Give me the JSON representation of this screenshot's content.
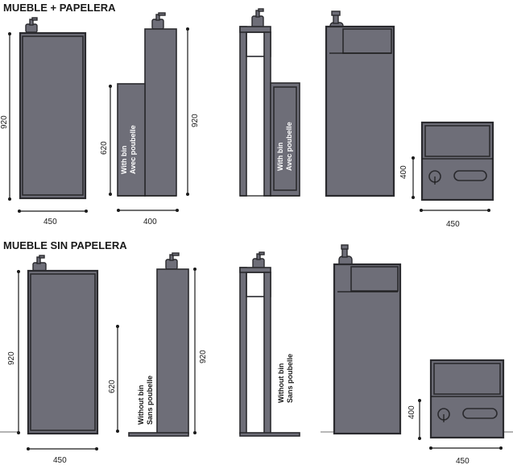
{
  "sections": {
    "with_bin": {
      "title": "MUEBLE + PAPELERA",
      "front_height": "920",
      "front_width": "450",
      "side_bin_height": "620",
      "side_height": "920",
      "side_width": "400",
      "side_note_1": "With bin",
      "side_note_2": "Avec poubelle",
      "open_note_1": "With bin",
      "open_note_2": "Avec poubelle",
      "bin_height": "400",
      "bin_width": "450"
    },
    "without_bin": {
      "title": "MUEBLE SIN PAPELERA",
      "front_height": "920",
      "front_width": "450",
      "side_base_height": "620",
      "side_height": "920",
      "side_note_1": "Without bin",
      "side_note_2": "Sans poubelle",
      "open_note_1": "Without bin",
      "open_note_2": "Sans poubelle",
      "bin_height": "400",
      "bin_width": "450"
    }
  },
  "colors": {
    "cabinet_fill": "#6e6e78",
    "outline": "#2a2a2e"
  }
}
